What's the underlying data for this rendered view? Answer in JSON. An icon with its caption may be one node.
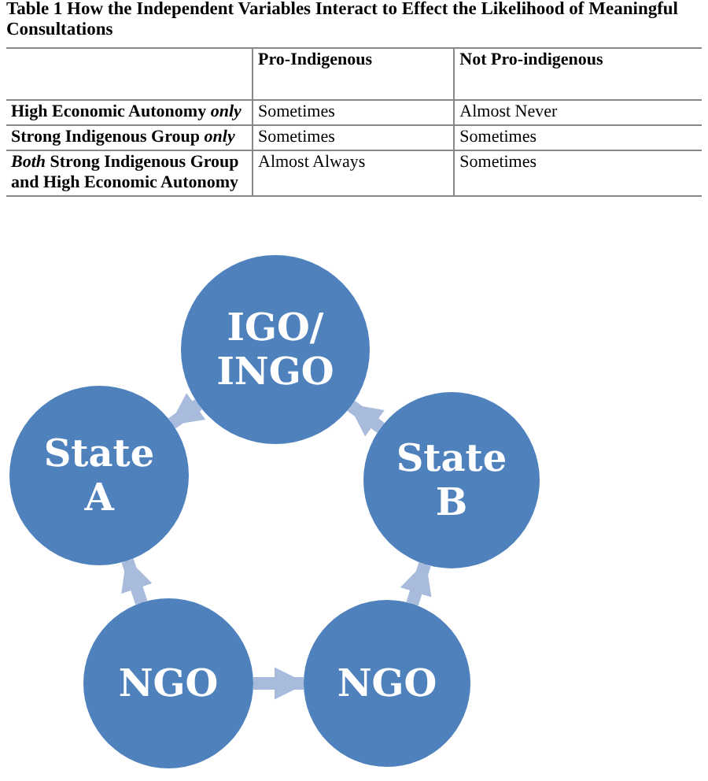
{
  "diagram": {
    "title": "Table 1 How the Independent Variables Interact to Effect the Likelihood of Meaningful Consultations",
    "nodes": [
      {
        "text": [
          "IGO/ INGO"
        ]
      },
      {
        "text": [
          "State A"
        ]
      },
      {
        "text": [
          "State B"
        ]
      },
      {
        "text": [
          "NGO"
        ]
      },
      {
        "text": [
          "NGO"
        ]
      }
    ],
    "edges": [
      {
        "from": 3,
        "to": 4,
        "arrow": "to"
      },
      {
        "from": 4,
        "to": 2,
        "arrow": "to"
      },
      {
        "from": 2,
        "to": 0,
        "arrow": "to"
      },
      {
        "from": 0,
        "to": 1,
        "arrow": "to"
      },
      {
        "from": 3,
        "to": 1,
        "arrow": "to"
      }
    ],
    "labels": [
      "Pro-Indigenous",
      "Not Pro-indigenous",
      "High Economic Autonomy *only*",
      "Sometimes",
      "Almost Never",
      "Strong Indigenous Group *only*",
      "Sometimes",
      "Sometimes",
      "*Both* Strong Indigenous Group and High Economic Autonomy",
      "Almost Always",
      "Sometimes"
    ]
  }
}
